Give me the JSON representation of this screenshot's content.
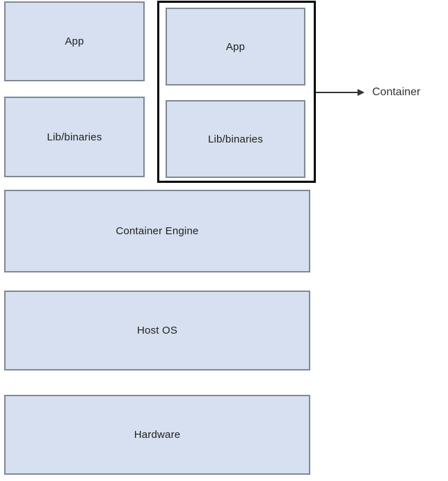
{
  "diagram": {
    "boxes": {
      "app_left": "App",
      "lib_left": "Lib/binaries",
      "app_right": "App",
      "lib_right": "Lib/binaries",
      "container_engine": "Container Engine",
      "host_os": "Host OS",
      "hardware": "Hardware"
    },
    "annotation": {
      "container_label": "Container"
    },
    "colors": {
      "box_fill": "#d6e0f0",
      "box_border": "#7e8994",
      "frame_border": "#000000",
      "arrow": "#333333",
      "text": "#212121",
      "background": "#ffffff"
    }
  }
}
